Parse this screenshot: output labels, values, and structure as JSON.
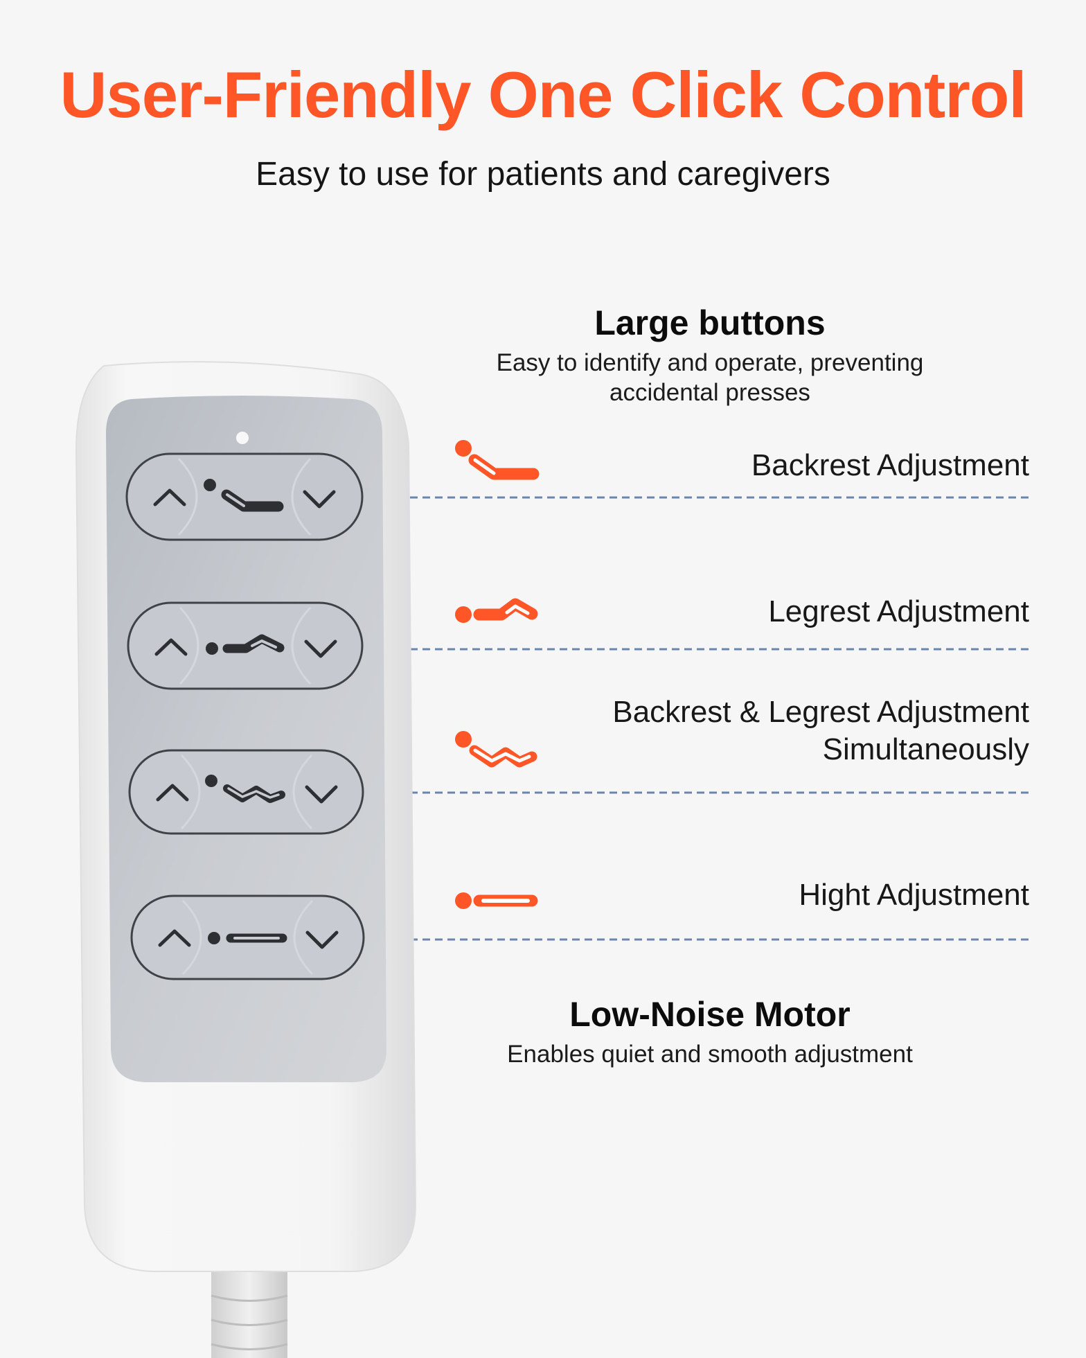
{
  "header": {
    "title": "User-Friendly One Click Control",
    "subtitle": "Easy to use for patients and caregivers"
  },
  "features": {
    "large_buttons": {
      "heading": "Large buttons",
      "description_line1": "Easy to identify and operate, preventing",
      "description_line2": "accidental presses"
    },
    "low_noise_motor": {
      "heading": "Low-Noise Motor",
      "description": "Enables quiet and smooth adjustment"
    }
  },
  "functions": [
    {
      "label": "Backrest Adjustment",
      "icon": "backrest-icon"
    },
    {
      "label": "Legrest Adjustment",
      "icon": "legrest-icon"
    },
    {
      "label_line1": "Backrest & Legrest Adjustment",
      "label_line2": "Simultaneously",
      "icon": "backrest-legrest-icon"
    },
    {
      "label": "Hight Adjustment",
      "icon": "height-icon"
    }
  ],
  "colors": {
    "accent": "#fe5627",
    "leader_line": "#6c85ad",
    "remote_body": "#f4f4f4",
    "button_panel": "#c2c6cc"
  }
}
